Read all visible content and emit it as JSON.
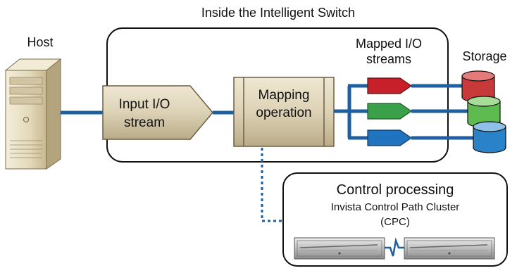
{
  "switch_title": "Inside the Intelligent Switch",
  "host": {
    "label": "Host"
  },
  "input": {
    "line1": "Input I/O",
    "line2": "stream"
  },
  "mapping": {
    "line1": "Mapping",
    "line2": "operation"
  },
  "mapped": {
    "line1": "Mapped I/O",
    "line2": "streams"
  },
  "storage": {
    "label": "Storage"
  },
  "control": {
    "title": "Control processing",
    "line1": "Invista Control Path Cluster",
    "line2": "(CPC)"
  },
  "colors": {
    "link_blue": "#1f5f9e",
    "stream_red": "#c8202a",
    "stream_green": "#3aa04a",
    "stream_blue": "#1f73bf",
    "box_beige": "#ddd2b6",
    "disk_red": "#c83a3a",
    "disk_green": "#5dbb4f",
    "disk_blue": "#2a82c8"
  }
}
